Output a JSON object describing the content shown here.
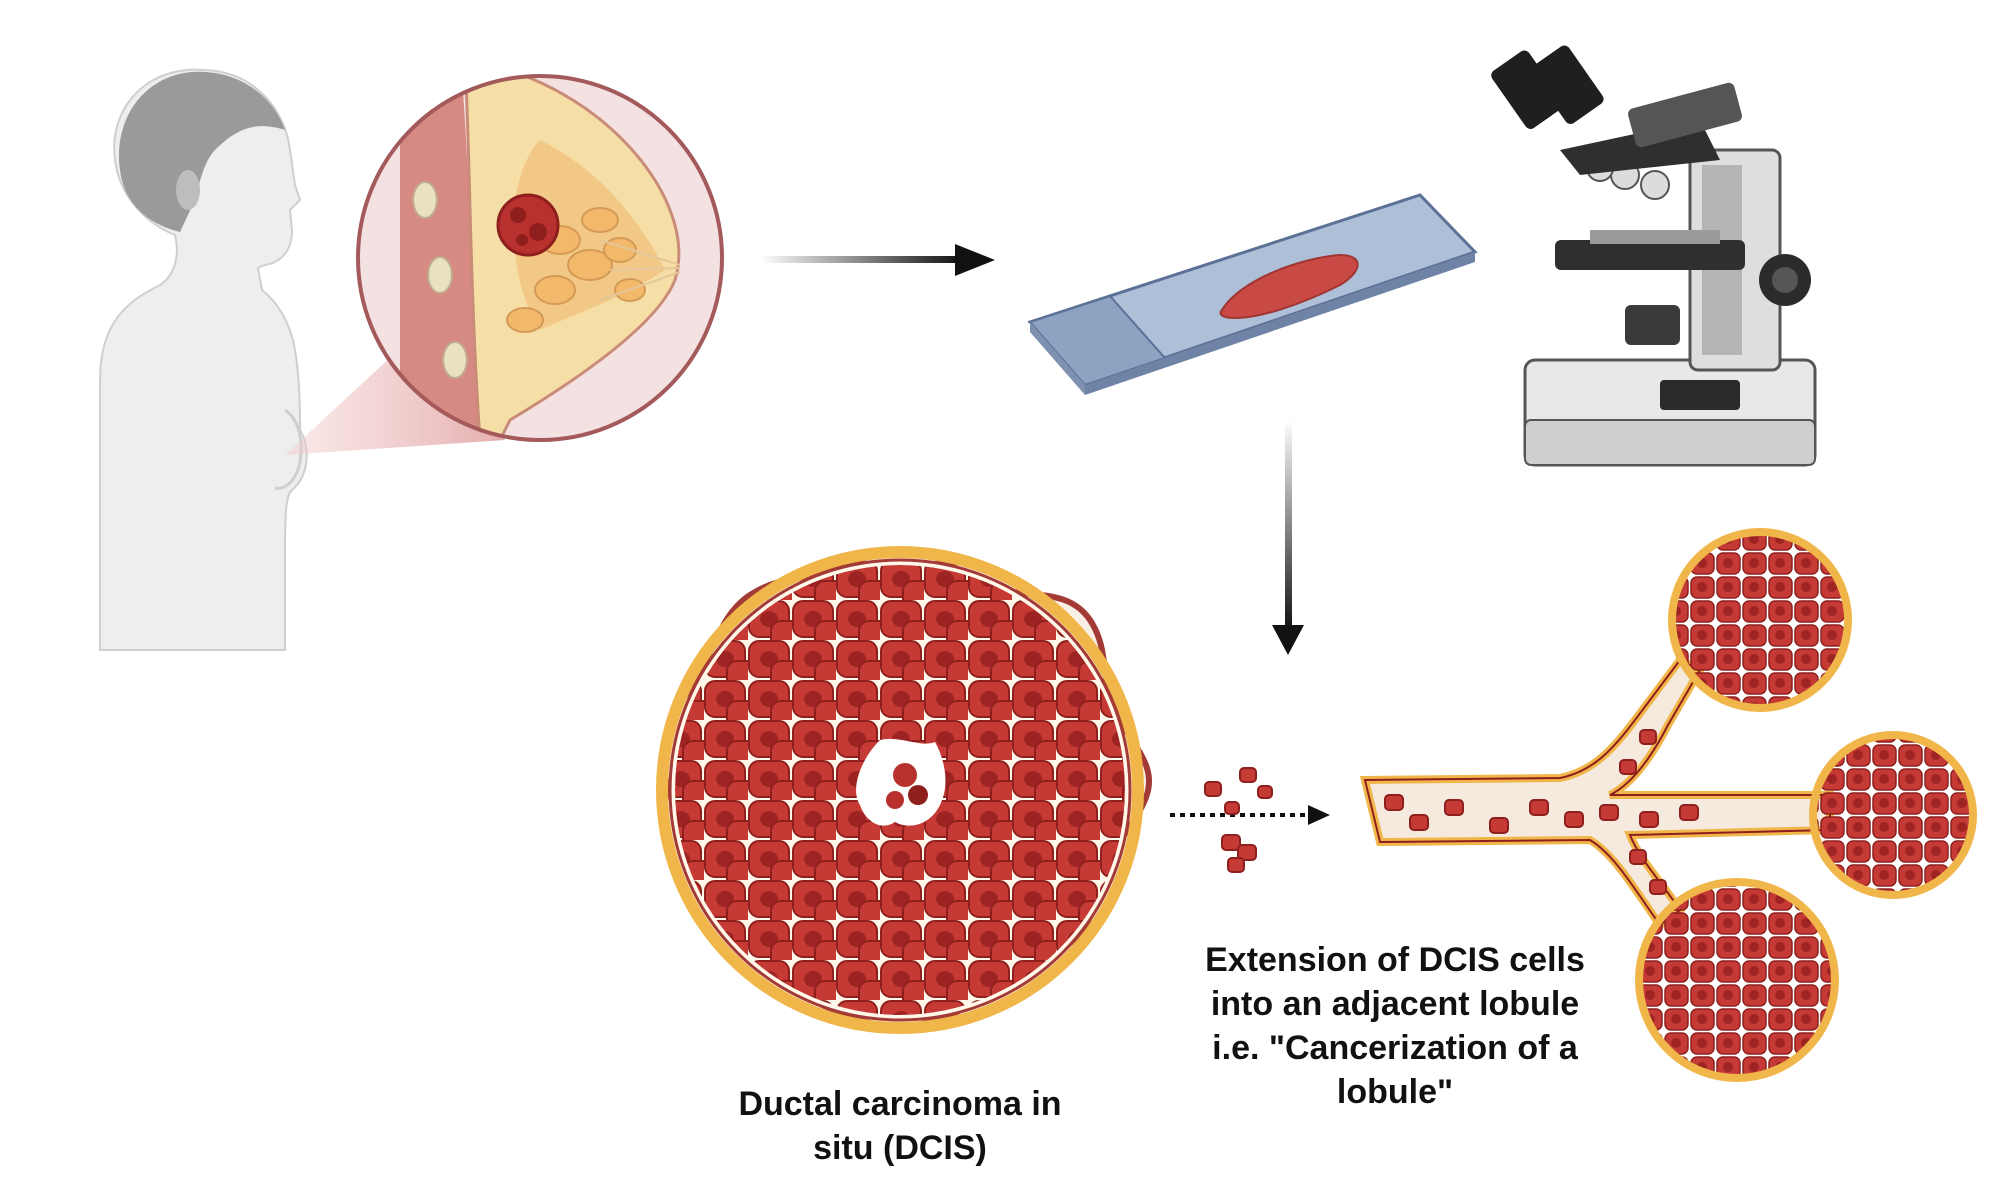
{
  "captions": {
    "dcis": [
      "Ductal carcinoma in",
      "situ (DCIS)"
    ],
    "extension": [
      "Extension of DCIS cells",
      "into an adjacent lobule",
      "i.e. \"Cancerization of a",
      "lobule\""
    ]
  },
  "icons": {
    "patient": "woman-profile-icon",
    "breast": "breast-cross-section-icon",
    "slide": "tissue-slide-icon",
    "microscope": "microscope-icon",
    "duct": "dcis-duct-cross-section-icon",
    "lobule": "lobule-branching-duct-icon"
  },
  "colors": {
    "tumor_red": "#b8312f",
    "tumor_dark": "#8e1f1d",
    "tissue_fat": "#f6dfa6",
    "duct_wall": "#f0b64a",
    "outline": "#9b4a4a",
    "arrow": "#111111",
    "skin": "#d9d9d9"
  }
}
